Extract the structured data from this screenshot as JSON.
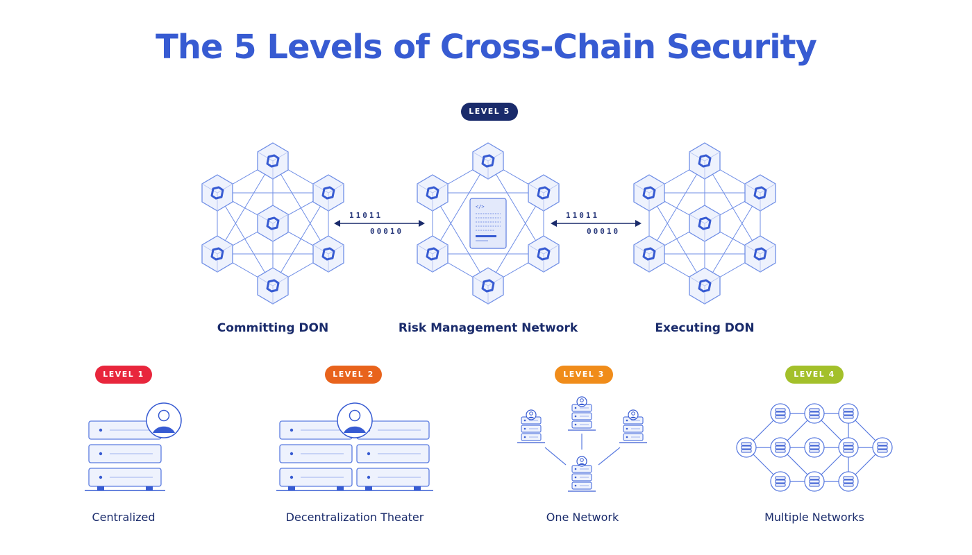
{
  "title": "The 5 Levels of Cross-Chain Security",
  "level5": {
    "badge": "LEVEL 5",
    "badge_color": "#1a2b6b",
    "networks": [
      {
        "label": "Committing DON"
      },
      {
        "label": "Risk Management Network"
      },
      {
        "label": "Executing DON"
      }
    ],
    "bits_top": "11011",
    "bits_bottom": "00010"
  },
  "levels": [
    {
      "badge": "LEVEL 1",
      "color": "#e8263c",
      "label": "Centralized"
    },
    {
      "badge": "LEVEL 2",
      "color": "#e8631c",
      "label": "Decentralization Theater"
    },
    {
      "badge": "LEVEL 3",
      "color": "#f08c1a",
      "label": "One Network"
    },
    {
      "badge": "LEVEL 4",
      "color": "#a3c02a",
      "label": "Multiple Networks"
    }
  ],
  "colors": {
    "accent": "#375bd2",
    "outline": "#5a7be0",
    "fill": "#e8eefc",
    "dark": "#1a2b6b"
  }
}
